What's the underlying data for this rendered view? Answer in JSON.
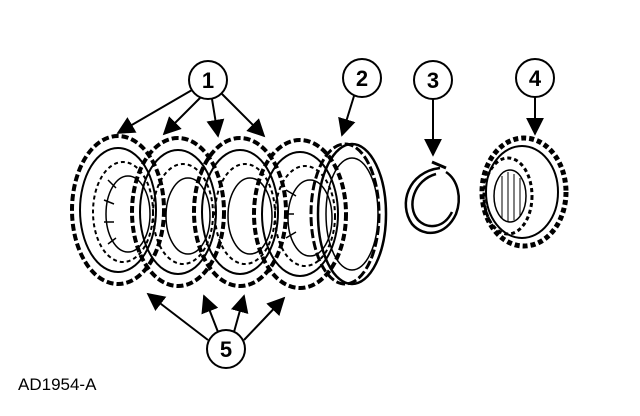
{
  "diagram": {
    "callouts": [
      {
        "id": "1",
        "label": "1"
      },
      {
        "id": "2",
        "label": "2"
      },
      {
        "id": "3",
        "label": "3"
      },
      {
        "id": "4",
        "label": "4"
      },
      {
        "id": "5",
        "label": "5"
      }
    ],
    "figure_id": "AD1954-A"
  }
}
